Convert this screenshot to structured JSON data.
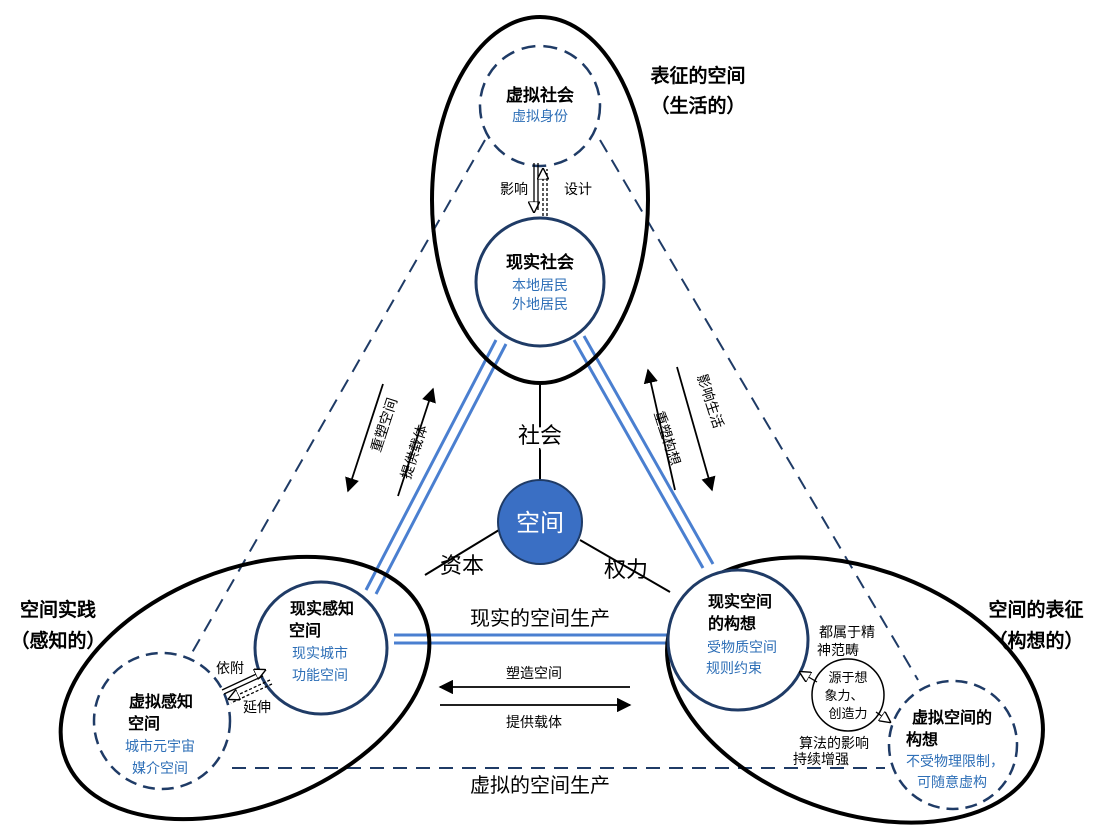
{
  "center": {
    "label": "空间",
    "links": {
      "social": "社会",
      "capital": "资本",
      "power": "权力"
    }
  },
  "regions": {
    "top": {
      "title_line1": "表征的空间",
      "title_line2": "（生活的）"
    },
    "left": {
      "title_line1": "空间实践",
      "title_line2": "（感知的）"
    },
    "right": {
      "title_line1": "空间的表征",
      "title_line2": "（构想的）"
    }
  },
  "nodes": {
    "virtual_society": {
      "title": "虚拟社会",
      "sub1": "虚拟身份"
    },
    "real_society": {
      "title": "现实社会",
      "sub1": "本地居民",
      "sub2": "外地居民"
    },
    "real_perceived": {
      "title1": "现实感知",
      "title2": "空间",
      "sub1": "现实城市",
      "sub2": "功能空间"
    },
    "virtual_perceived": {
      "title1": "虚拟感知",
      "title2": "空间",
      "sub1": "城市元宇宙",
      "sub2": "媒介空间"
    },
    "real_conceived": {
      "title1": "现实空间",
      "title2": "的构想",
      "sub1": "受物质空间",
      "sub2": "规则约束"
    },
    "virtual_conceived": {
      "title1": "虚拟空间的",
      "title2": "构想",
      "sub1": "不受物理限制，",
      "sub2": "可随意虚构"
    },
    "imagination": {
      "line1": "源于想",
      "line2": "象力、",
      "line3": "创造力"
    }
  },
  "arrows": {
    "top_influence": "影响",
    "top_design": "设计",
    "left_reshape": "重塑空间",
    "left_carrier": "提供载体",
    "right_reshape": "重塑构想",
    "right_influence": "影响生活",
    "bottom_shape": "塑造空间",
    "bottom_carrier": "提供载体",
    "attach": "依附",
    "extend": "延伸",
    "spirit_line1": "都属于精",
    "spirit_line2": "神范畴",
    "algo_line1": "算法的影响",
    "algo_line2": "持续增强"
  },
  "production": {
    "real": "现实的空间生产",
    "virtual": "虚拟的空间生产"
  },
  "colors": {
    "accent": "#2e6fb7",
    "center_fill": "#3a6fc4",
    "double_line": "#4a7fd0"
  }
}
